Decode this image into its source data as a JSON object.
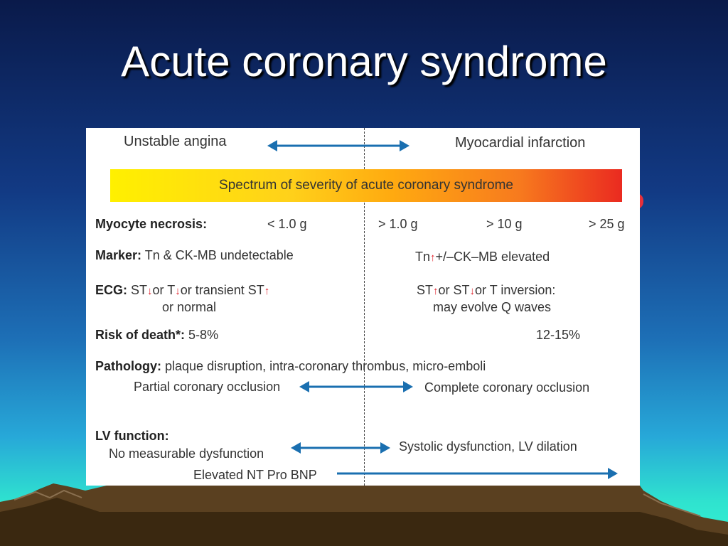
{
  "slide": {
    "title": "Acute coronary syndrome"
  },
  "diagram": {
    "top_left": "Unstable angina",
    "top_right": "Myocardial infarction",
    "spectrum": "Spectrum of severity of acute coronary syndrome",
    "necrosis": {
      "label": "Myocyte necrosis:",
      "v1": "< 1.0 g",
      "v2": "> 1.0 g",
      "v3": "> 10 g",
      "v4": "> 25 g"
    },
    "marker": {
      "label": "Marker:",
      "left": "Tn & CK-MB undetectable",
      "right_a": "Tn",
      "right_b": "+/–CK–MB elevated"
    },
    "ecg": {
      "label": "ECG:",
      "left_a": "ST",
      "left_b": "or T",
      "left_c": "or transient ST",
      "left_line2": "or normal",
      "right_a": "ST",
      "right_b": "or ST",
      "right_c": "or T inversion:",
      "right_line2": "may evolve Q waves"
    },
    "risk": {
      "label": "Risk of death*:",
      "left": "5-8%",
      "right": "12-15%"
    },
    "pathology": {
      "label": "Pathology:",
      "text": "plaque disruption, intra-coronary thrombus, micro-emboli",
      "left": "Partial coronary occlusion",
      "right": "Complete coronary occlusion"
    },
    "lv": {
      "label": "LV function:",
      "left": "No measurable dysfunction",
      "right": "Systolic dysfunction, LV dilation",
      "bnp": "Elevated NT Pro BNP"
    },
    "glyphs": {
      "up": "↑",
      "down": "↓"
    },
    "colors": {
      "arrow": "#1a6fb0",
      "red_arrow": "#e0202a"
    }
  }
}
